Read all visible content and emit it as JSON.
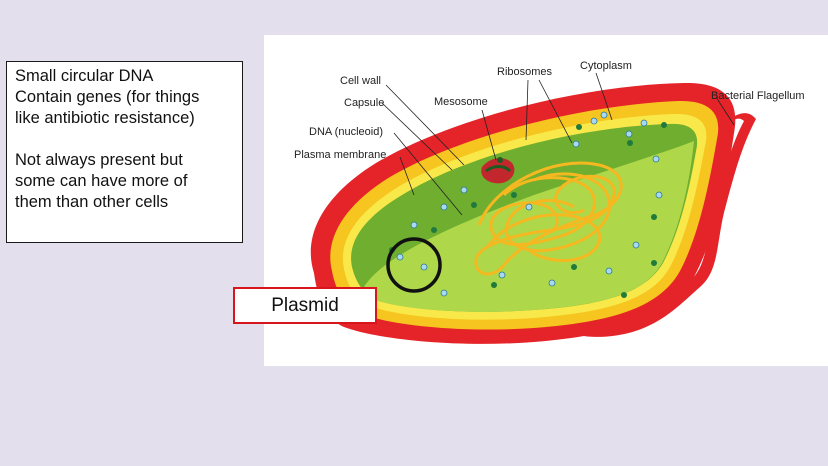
{
  "note": {
    "lines": [
      "Small circular DNA",
      "Contain genes (for things",
      "like antibiotic resistance)",
      "",
      "Not always present but",
      "some can have more of",
      "them than other cells"
    ]
  },
  "diagram": {
    "labels": {
      "cell_wall": "Cell wall",
      "capsule": "Capsule",
      "dna": "DNA (nucleoid)",
      "plasma_membrane": "Plasma membrane",
      "mesosome": "Mesosome",
      "ribosomes": "Ribosomes",
      "cytoplasm": "Cytoplasm",
      "flagellum": "Bacterial Flagellum"
    },
    "colors": {
      "capsule": "#e5242a",
      "cell_wall": "#f7c51f",
      "membrane": "#f9e84a",
      "cytoplasm": "#6fae2e",
      "cytoplasm_light": "#aed74a",
      "dna": "#f6b820",
      "ribosome": "#a9d8ef",
      "ribosome_dark": "#1f7a3c",
      "mesosome": "#c2272d",
      "plasmid_ring": "#111111"
    }
  },
  "callout": {
    "label": "Plasmid"
  }
}
